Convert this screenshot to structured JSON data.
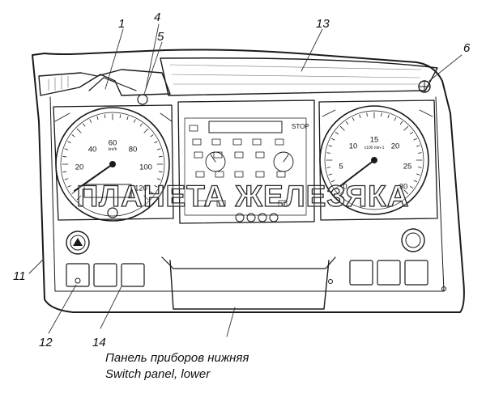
{
  "callouts": [
    "1",
    "4",
    "5",
    "13",
    "6",
    "11",
    "12",
    "14"
  ],
  "speedometer": {
    "ticks": [
      "20",
      "40",
      "60",
      "80",
      "100",
      "120"
    ],
    "unit": "km/h"
  },
  "tachometer": {
    "ticks": [
      "0",
      "5",
      "10",
      "15",
      "20",
      "25",
      "30"
    ],
    "unit": "x100 min-1"
  },
  "center_panel": {
    "stop_label": "STOP"
  },
  "watermark": "ПЛАНЕТА ЖЕЛЕЗЯКА",
  "caption": {
    "line1": "Панель приборов нижняя",
    "line2": "Switch panel, lower"
  }
}
